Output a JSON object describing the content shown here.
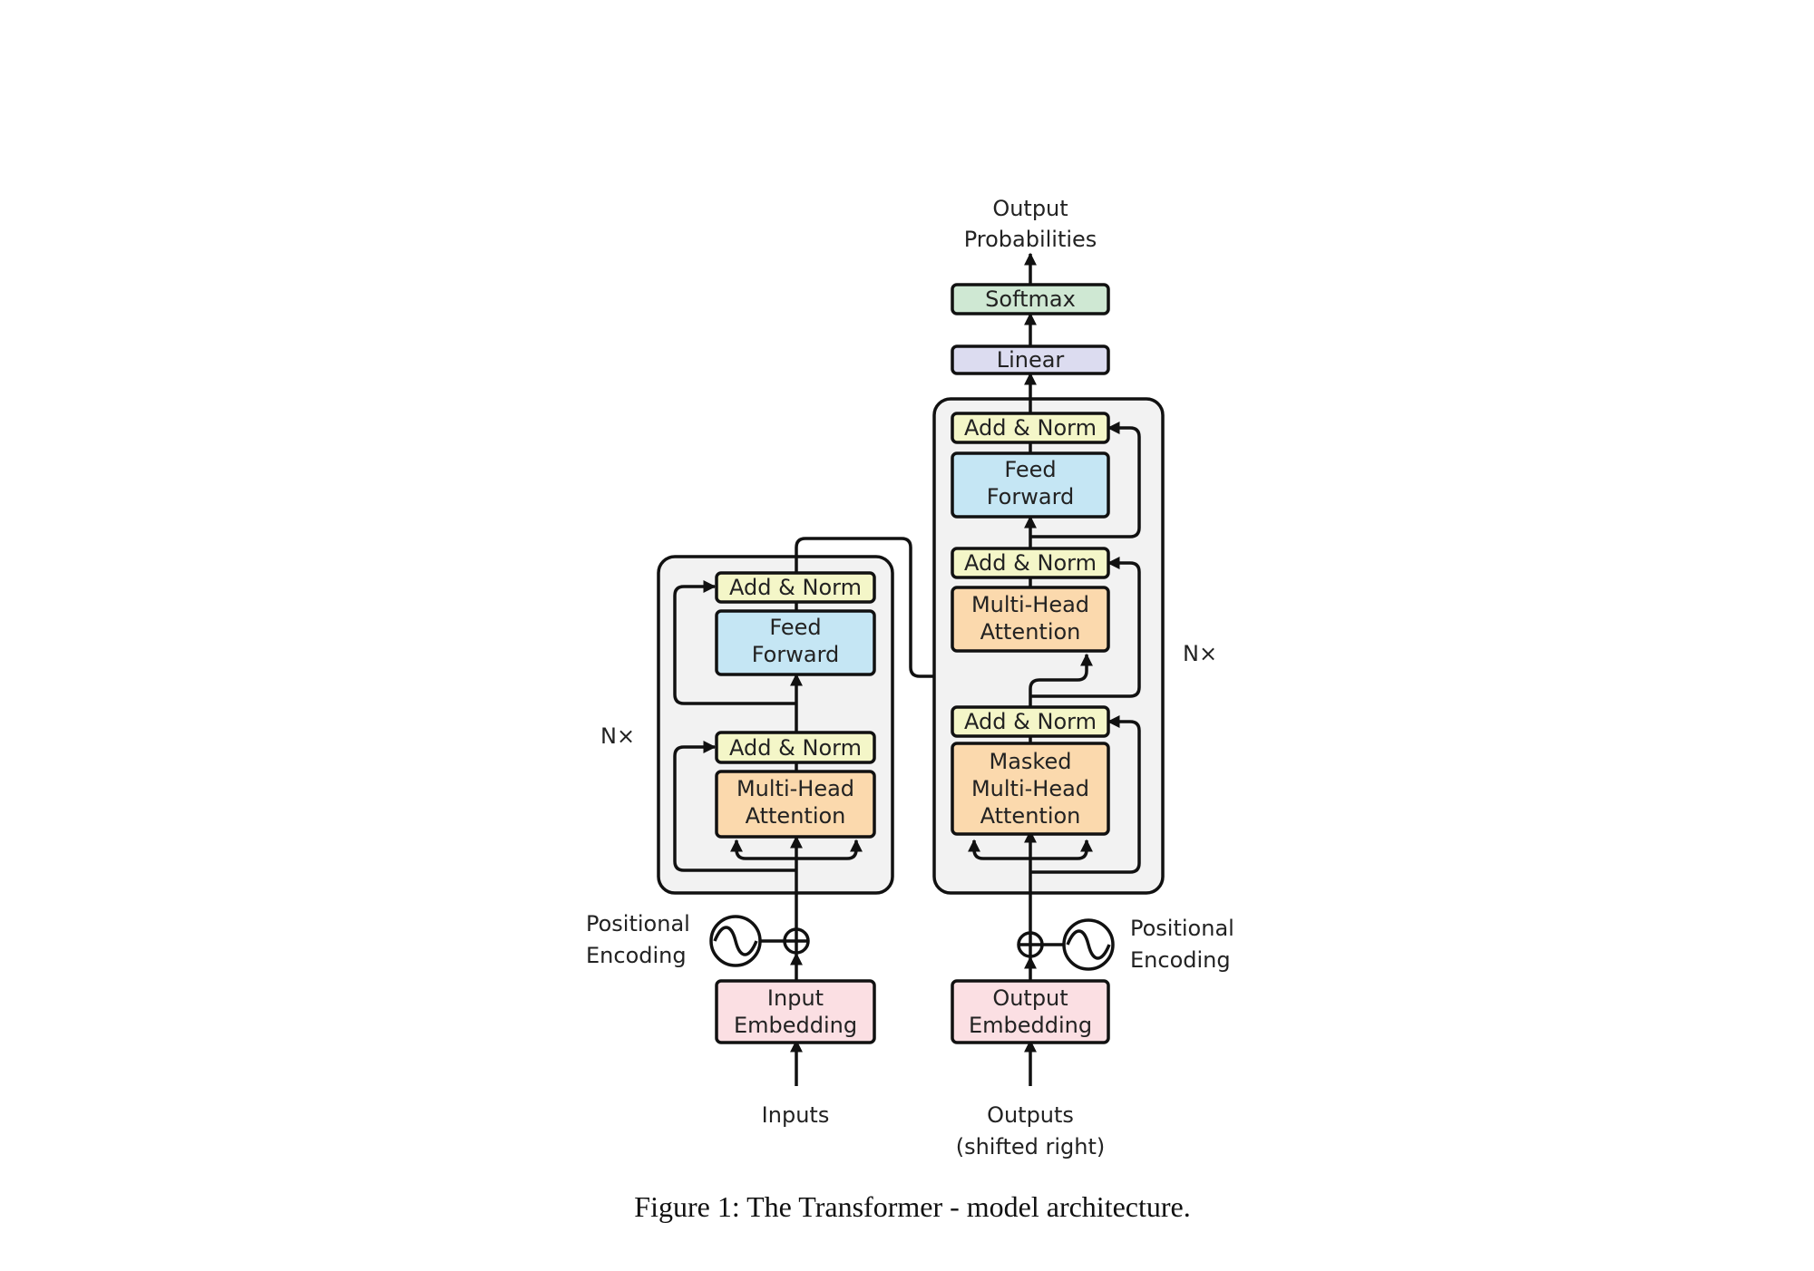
{
  "colors": {
    "add_norm": "#f4f6c8",
    "feed_forward": "#c5e6f4",
    "attention": "#fbd9ad",
    "embedding": "#fbdfe3",
    "linear": "#dcdcf0",
    "softmax": "#cfe8d3",
    "stack_bg": "#f2f2f2",
    "stroke": "#111111"
  },
  "icons": {
    "positional_encoding": "sine-wave-icon",
    "add": "circled-plus-icon"
  },
  "encoder": {
    "repeat_label": "N×",
    "add_norm_top": "Add & Norm",
    "feed_forward": [
      "Feed",
      "Forward"
    ],
    "add_norm_bottom": "Add & Norm",
    "attention": [
      "Multi-Head",
      "Attention"
    ],
    "positional_encoding": [
      "Positional",
      "Encoding"
    ],
    "embedding": [
      "Input",
      "Embedding"
    ],
    "input_label": "Inputs"
  },
  "decoder": {
    "repeat_label": "N×",
    "add_norm_top": "Add & Norm",
    "feed_forward": [
      "Feed",
      "Forward"
    ],
    "add_norm_mid": "Add & Norm",
    "cross_attention": [
      "Multi-Head",
      "Attention"
    ],
    "add_norm_bottom": "Add & Norm",
    "masked_attention": [
      "Masked",
      "Multi-Head",
      "Attention"
    ],
    "positional_encoding": [
      "Positional",
      "Encoding"
    ],
    "embedding": [
      "Output",
      "Embedding"
    ],
    "input_label": [
      "Outputs",
      "(shifted right)"
    ]
  },
  "head": {
    "linear": "Linear",
    "softmax": "Softmax",
    "output_label": [
      "Output",
      "Probabilities"
    ]
  },
  "caption": "Figure 1: The Transformer - model architecture."
}
